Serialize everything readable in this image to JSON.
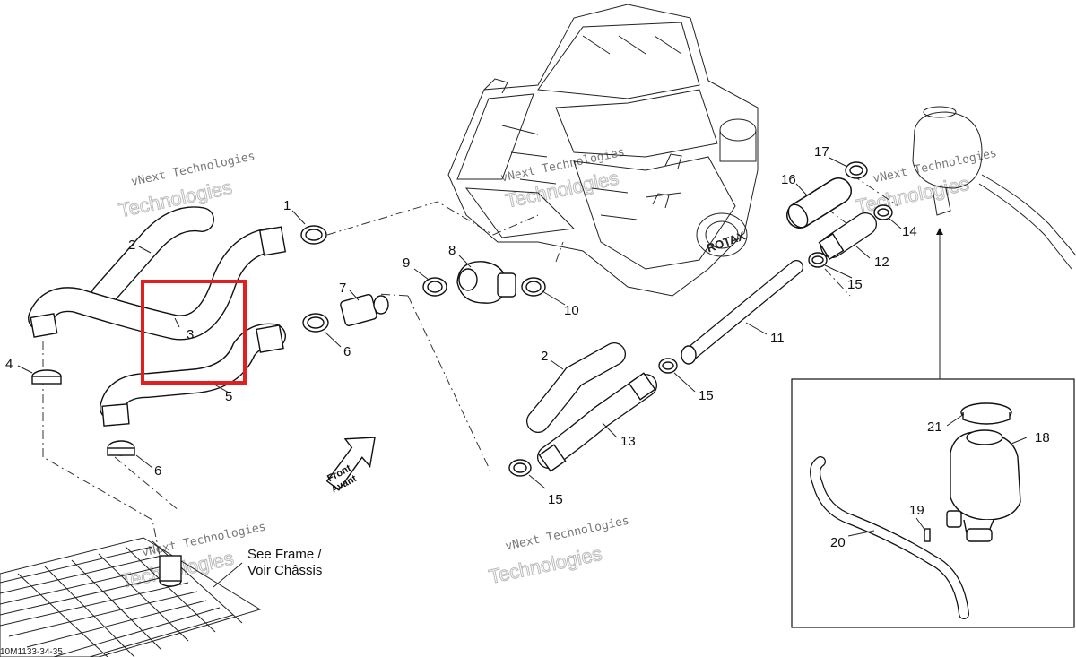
{
  "diagram": {
    "callouts": {
      "c1": "1",
      "c2a": "2",
      "c2b": "2",
      "c3": "3",
      "c4": "4",
      "c5": "5",
      "c6a": "6",
      "c6b": "6",
      "c7": "7",
      "c8": "8",
      "c9": "9",
      "c10": "10",
      "c11": "11",
      "c12": "12",
      "c13": "13",
      "c14": "14",
      "c15a": "15",
      "c15b": "15",
      "c15c": "15",
      "c16": "16",
      "c17": "17",
      "c18": "18",
      "c19": "19",
      "c20": "20",
      "c21": "21"
    },
    "arrow_text": {
      "line1": "Front",
      "line2": "Avant"
    },
    "frame_note": {
      "line1": "See Frame /",
      "line2": "Voir Châssis"
    },
    "engine_badge": "ROTAX",
    "ref_code": "10M1133-34-35",
    "watermark": {
      "small": "vNext Technologies",
      "large": "Technologies"
    },
    "highlight_color": "#e02020"
  }
}
